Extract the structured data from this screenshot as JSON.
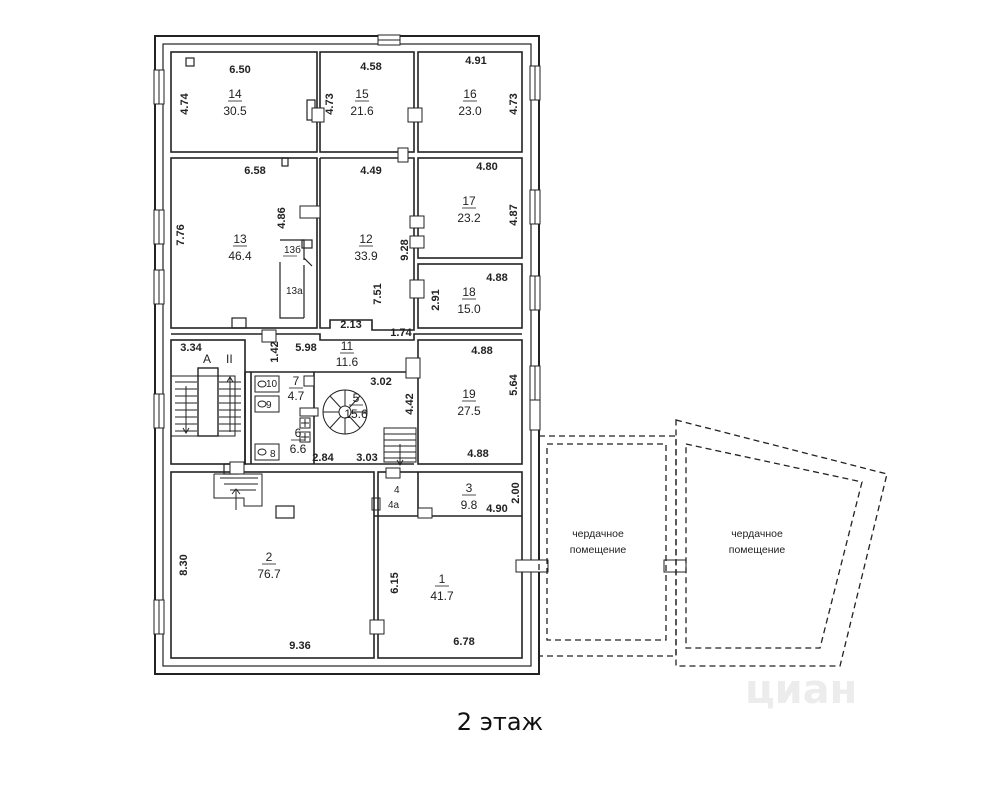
{
  "caption": "2 этаж",
  "watermark": "циан",
  "rooms": [
    {
      "id": "r14",
      "num": "14",
      "area": "30.5"
    },
    {
      "id": "r15",
      "num": "15",
      "area": "21.6"
    },
    {
      "id": "r16",
      "num": "16",
      "area": "23.0"
    },
    {
      "id": "r13",
      "num": "13",
      "area": "46.4"
    },
    {
      "id": "r12",
      "num": "12",
      "area": "33.9"
    },
    {
      "id": "r17",
      "num": "17",
      "area": "23.2"
    },
    {
      "id": "r18",
      "num": "18",
      "area": "15.0"
    },
    {
      "id": "r11",
      "num": "11",
      "area": "11.6"
    },
    {
      "id": "r7",
      "num": "7",
      "area": "4.7"
    },
    {
      "id": "r5",
      "num": "5",
      "area": "15.6"
    },
    {
      "id": "r6",
      "num": "6",
      "area": "6.6"
    },
    {
      "id": "r19",
      "num": "19",
      "area": "27.5"
    },
    {
      "id": "r3",
      "num": "3",
      "area": "9.8"
    },
    {
      "id": "r2",
      "num": "2",
      "area": "76.7"
    },
    {
      "id": "r1",
      "num": "1",
      "area": "41.7"
    }
  ],
  "sublabels": {
    "r13b": "13б",
    "r13a": "13а",
    "r4": "4",
    "r4a": "4а",
    "r10": "10",
    "r9": "9",
    "r8": "8",
    "stair_a": "А",
    "stair_ii": "II"
  },
  "dimensions": {
    "d650": "6.50",
    "d474": "4.74",
    "d458": "4.58",
    "d473a": "4.73",
    "d491": "4.91",
    "d473b": "4.73",
    "d658": "6.58",
    "d449": "4.49",
    "d480": "4.80",
    "d776": "7.76",
    "d486": "4.86",
    "d928": "9.28",
    "d487": "4.87",
    "d751": "7.51",
    "d291": "2.91",
    "d488a": "4.88",
    "d213": "2.13",
    "d174": "1.74",
    "d334": "3.34",
    "d142": "1.42",
    "d598": "5.98",
    "d488b": "4.88",
    "d302": "3.02",
    "d442": "4.42",
    "d564": "5.64",
    "d284": "2.84",
    "d303": "3.03",
    "d488c": "4.88",
    "d200": "2.00",
    "d490": "4.90",
    "d830": "8.30",
    "d615": "6.15",
    "d936": "9.36",
    "d678": "6.78"
  },
  "attic_label": [
    "чердачное",
    "помещение"
  ]
}
